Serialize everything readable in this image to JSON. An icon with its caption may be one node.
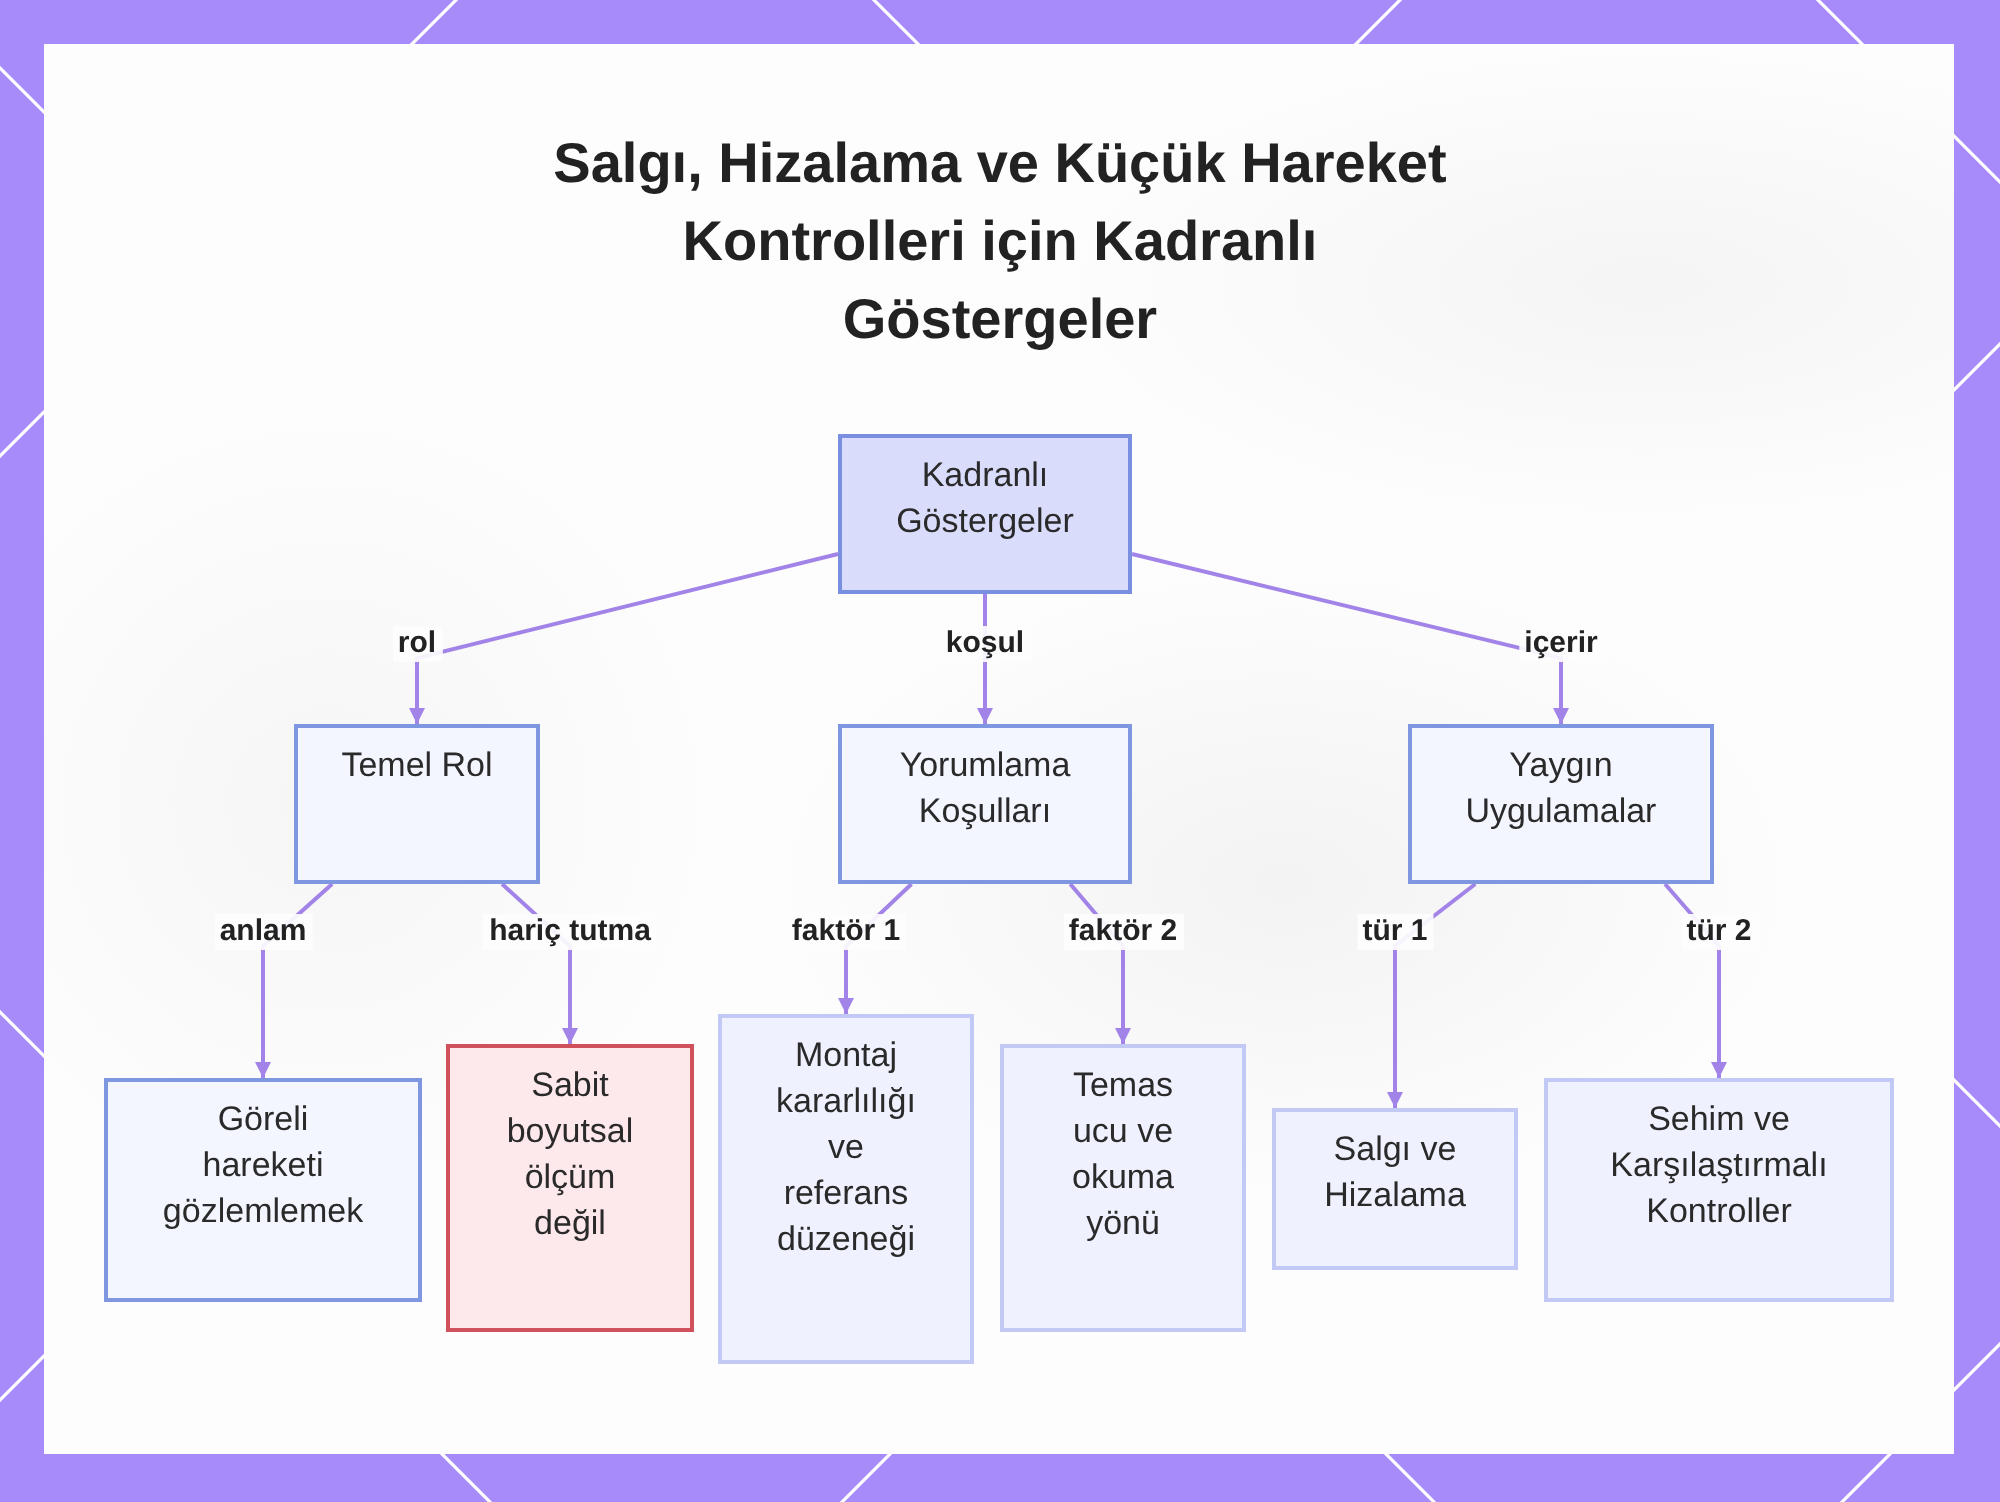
{
  "diagram": {
    "title": "Salgı, Hizalama ve Küçük Hareket Kontrolleri için Kadranlı Göstergeler",
    "nodes": [
      {
        "text": [
          "Kadranlı Göstergeler"
        ]
      },
      {
        "text": [
          "Temel Rol"
        ]
      },
      {
        "text": [
          "Yorumlama Koşulları"
        ]
      },
      {
        "text": [
          "Yaygın Uygulamalar"
        ]
      },
      {
        "text": [
          "Göreli hareketi gözlemlemek"
        ]
      },
      {
        "text": [
          "Sabit boyutsal ölçüm değil"
        ]
      },
      {
        "text": [
          "Montaj kararlılığı ve referans düzeneği"
        ]
      },
      {
        "text": [
          "Temas ucu ve okuma yönü"
        ]
      },
      {
        "text": [
          "Salgı ve Hizalama"
        ]
      },
      {
        "text": [
          "Sehim ve Karşılaştırmalı Kontroller"
        ]
      }
    ],
    "edges": [
      {
        "from": 0,
        "to": 1,
        "arrow": "to",
        "label": "rol"
      },
      {
        "from": 0,
        "to": 2,
        "arrow": "to",
        "label": "koşul"
      },
      {
        "from": 0,
        "to": 3,
        "arrow": "to",
        "label": "içerir"
      },
      {
        "from": 1,
        "to": 4,
        "arrow": "to",
        "label": "anlam"
      },
      {
        "from": 1,
        "to": 5,
        "arrow": "to",
        "label": "hariç tutma"
      },
      {
        "from": 2,
        "to": 6,
        "arrow": "to",
        "label": "faktör 1"
      },
      {
        "from": 2,
        "to": 7,
        "arrow": "to",
        "label": "faktör 2"
      },
      {
        "from": 3,
        "to": 8,
        "arrow": "to",
        "label": "tür 1"
      },
      {
        "from": 3,
        "to": 9,
        "arrow": "to",
        "label": "tür 2"
      }
    ]
  }
}
